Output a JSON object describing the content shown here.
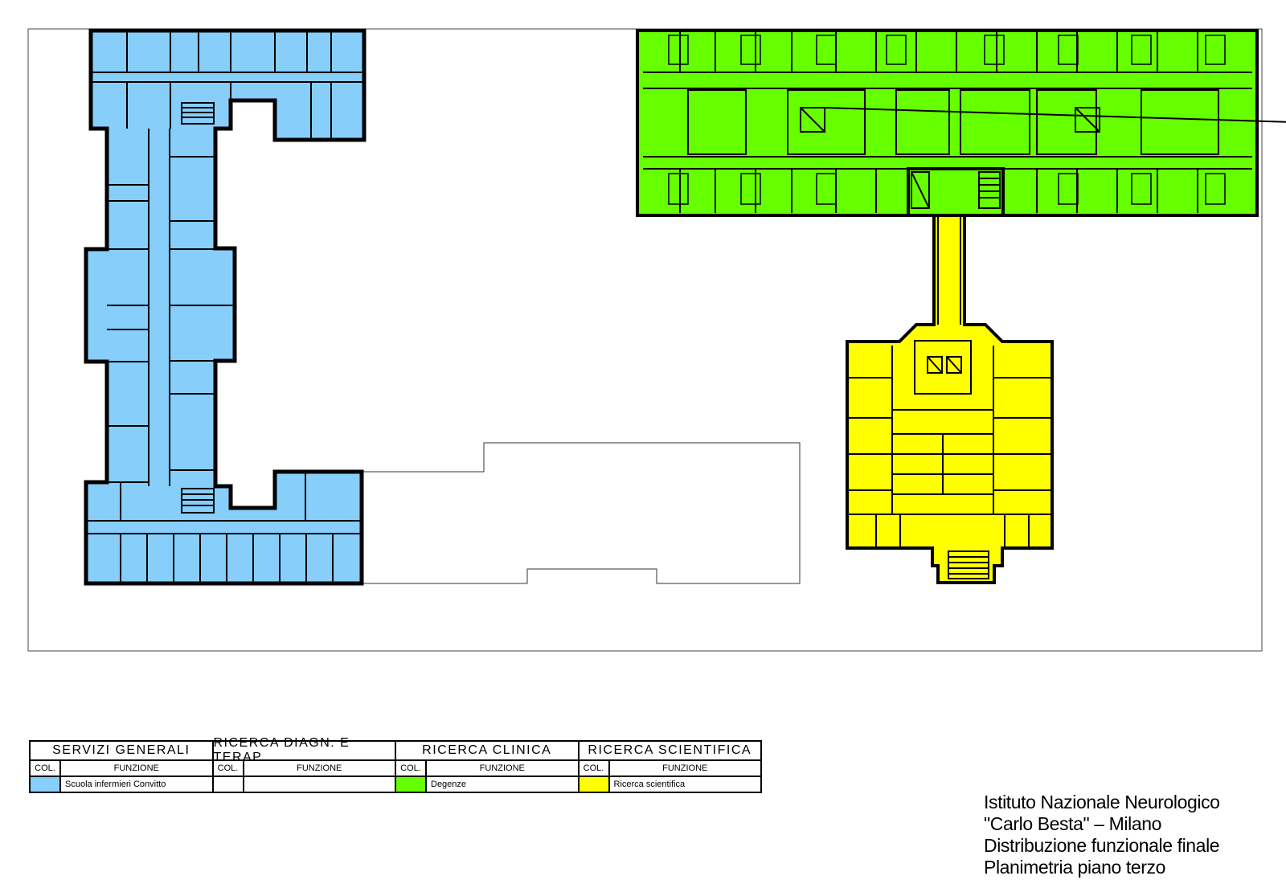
{
  "colors": {
    "servizi_generali": "#87cefa",
    "ricerca_clinica": "#66ff00",
    "ricerca_scientifica": "#ffff00",
    "outline": "#000000"
  },
  "legend": {
    "groups": [
      {
        "title": "SERVIZI GENERALI",
        "col_header": "COL.",
        "fun_header": "FUNZIONE",
        "function": "Scuola infermieri Convitto",
        "color": "#87cefa"
      },
      {
        "title": "RICERCA DIAGN. E TERAP.",
        "col_header": "COL.",
        "fun_header": "FUNZIONE",
        "function": "",
        "color": ""
      },
      {
        "title": "RICERCA CLINICA",
        "col_header": "COL.",
        "fun_header": "FUNZIONE",
        "function": "Degenze",
        "color": "#66ff00"
      },
      {
        "title": "RICERCA SCIENTIFICA",
        "col_header": "COL.",
        "fun_header": "FUNZIONE",
        "function": "Ricerca scientifica",
        "color": "#ffff00"
      }
    ]
  },
  "title_block": {
    "line1": "Istituto Nazionale Neurologico",
    "line2": "\"Carlo Besta\" – Milano",
    "line3": "Distribuzione funzionale finale",
    "line4": "Planimetria piano terzo"
  }
}
